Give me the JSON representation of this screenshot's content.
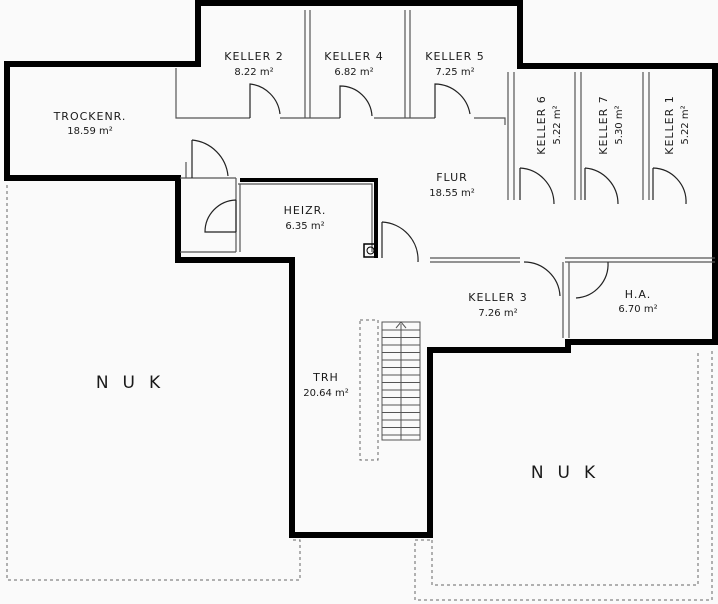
{
  "rooms": [
    {
      "id": "trockenr",
      "name": "TROCKENR.",
      "area": "18.59 m²"
    },
    {
      "id": "keller2",
      "name": "KELLER 2",
      "area": "8.22 m²"
    },
    {
      "id": "keller4",
      "name": "KELLER 4",
      "area": "6.82 m²"
    },
    {
      "id": "keller5",
      "name": "KELLER 5",
      "area": "7.25 m²"
    },
    {
      "id": "keller6",
      "name": "KELLER 6",
      "area": "5.22 m²"
    },
    {
      "id": "keller7",
      "name": "KELLER 7",
      "area": "5.30 m²"
    },
    {
      "id": "keller1",
      "name": "KELLER 1",
      "area": "5.22 m²"
    },
    {
      "id": "flur",
      "name": "FLUR",
      "area": "18.55 m²"
    },
    {
      "id": "heizr",
      "name": "HEIZR.",
      "area": "6.35 m²"
    },
    {
      "id": "keller3",
      "name": "KELLER 3",
      "area": "7.26 m²"
    },
    {
      "id": "ha",
      "name": "H.A.",
      "area": "6.70 m²"
    },
    {
      "id": "trh",
      "name": "TRH",
      "area": "20.64 m²"
    }
  ],
  "nuk_left": "NUK",
  "nuk_right": "NUK"
}
